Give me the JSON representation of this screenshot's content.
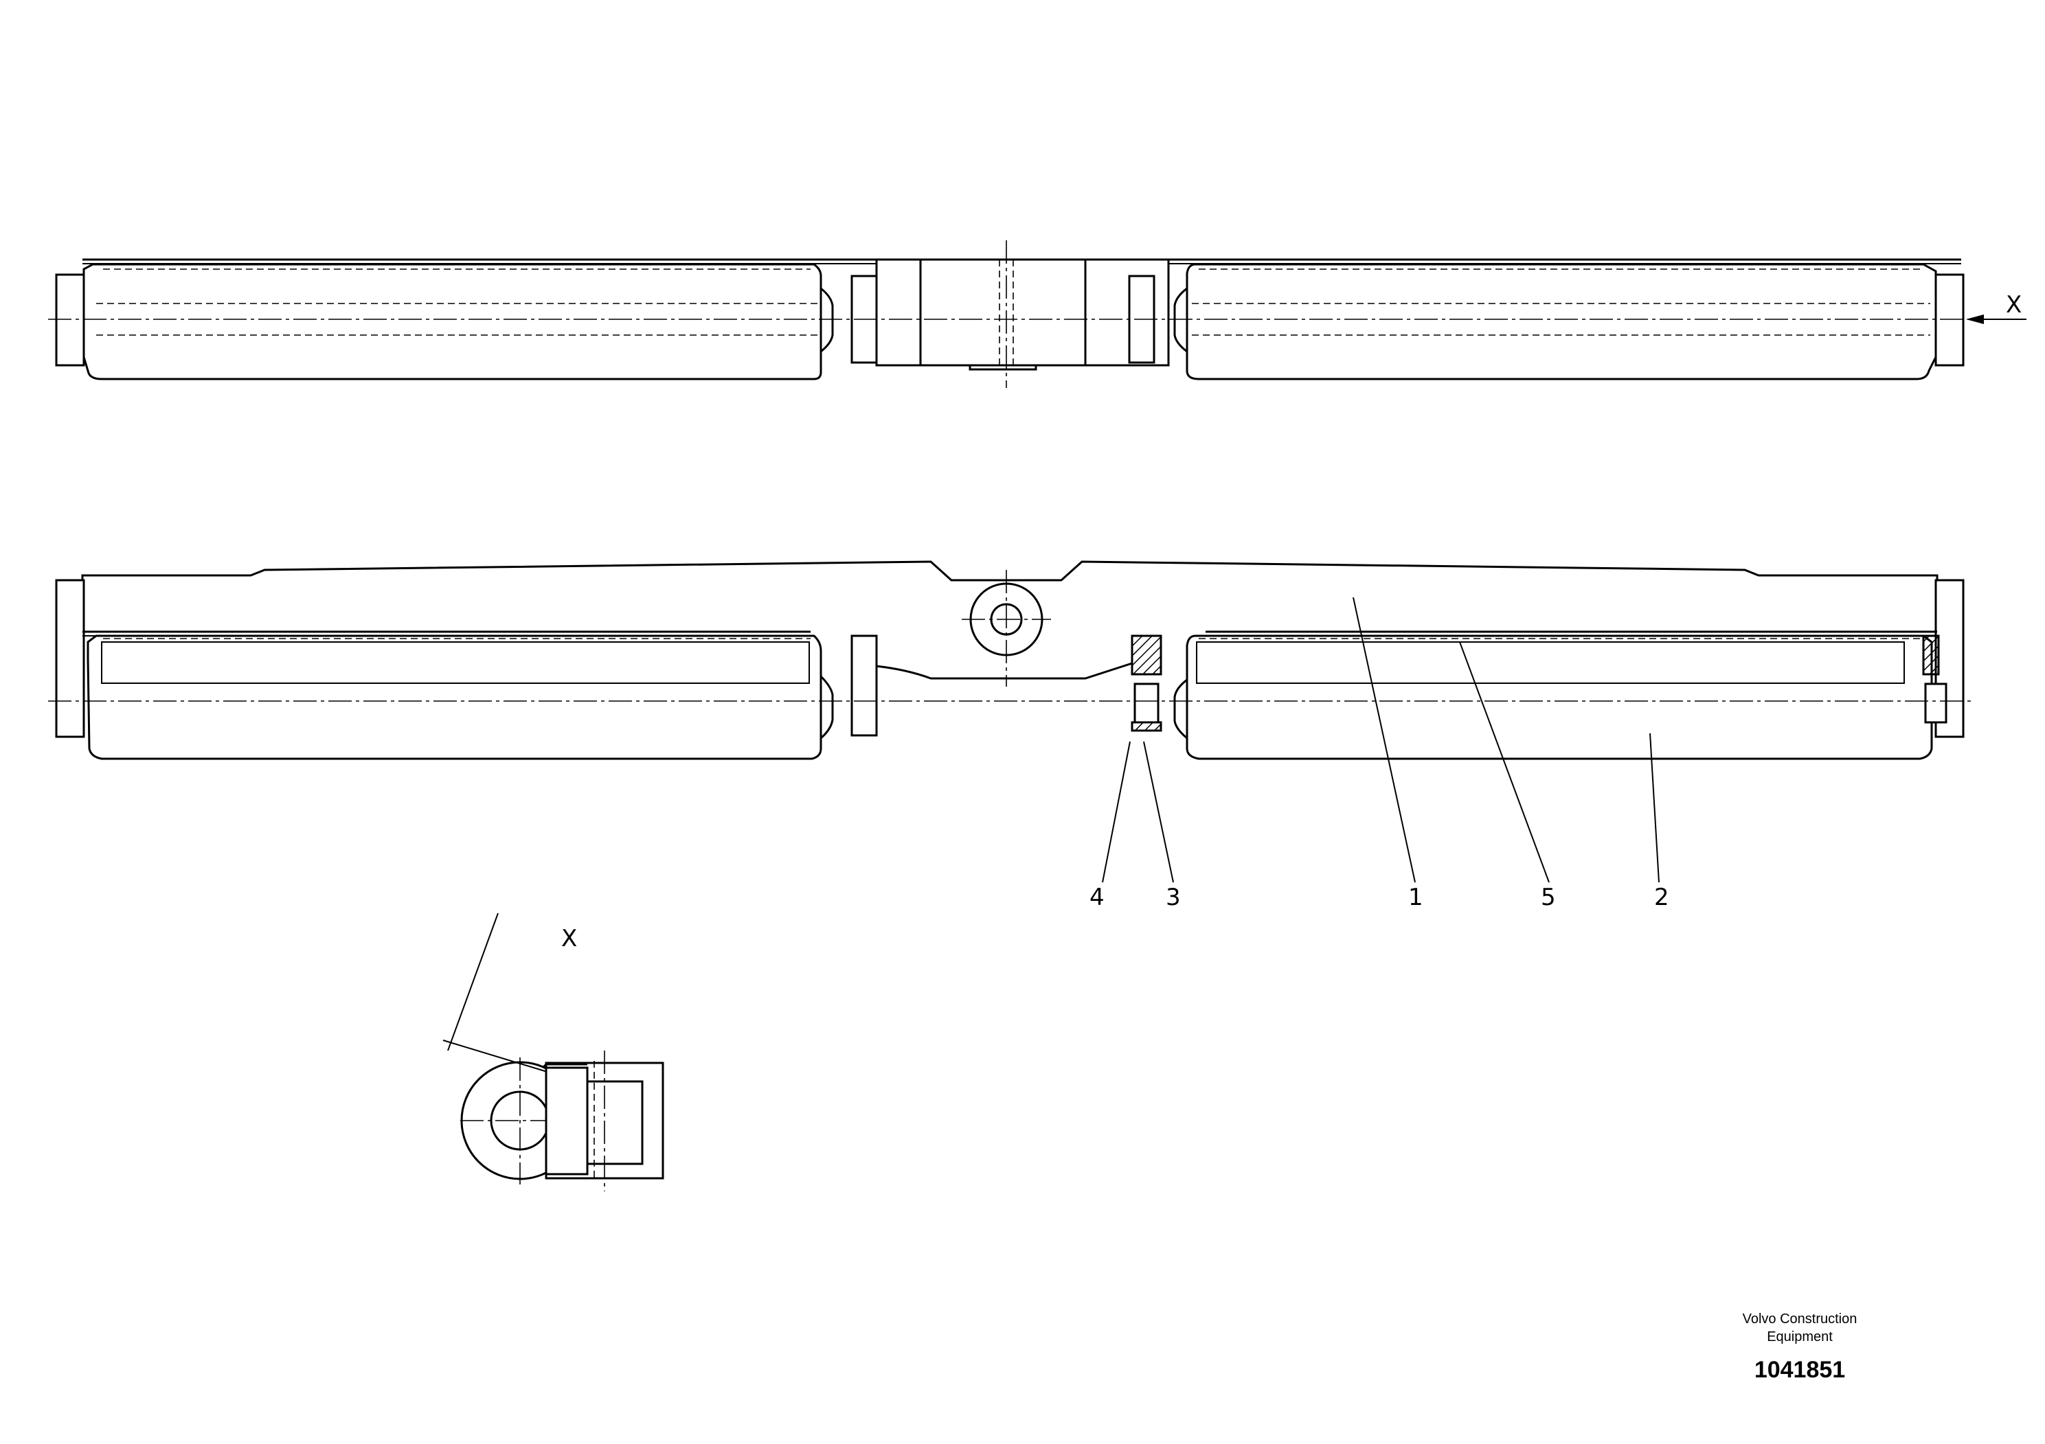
{
  "view_marker": "X",
  "section_label": "X",
  "callouts": [
    {
      "id": "4",
      "text": "4"
    },
    {
      "id": "3",
      "text": "3"
    },
    {
      "id": "1",
      "text": "1"
    },
    {
      "id": "5",
      "text": "5"
    },
    {
      "id": "2",
      "text": "2"
    }
  ],
  "credit": {
    "line1": "Volvo Construction",
    "line2": "Equipment",
    "number": "1041851"
  }
}
